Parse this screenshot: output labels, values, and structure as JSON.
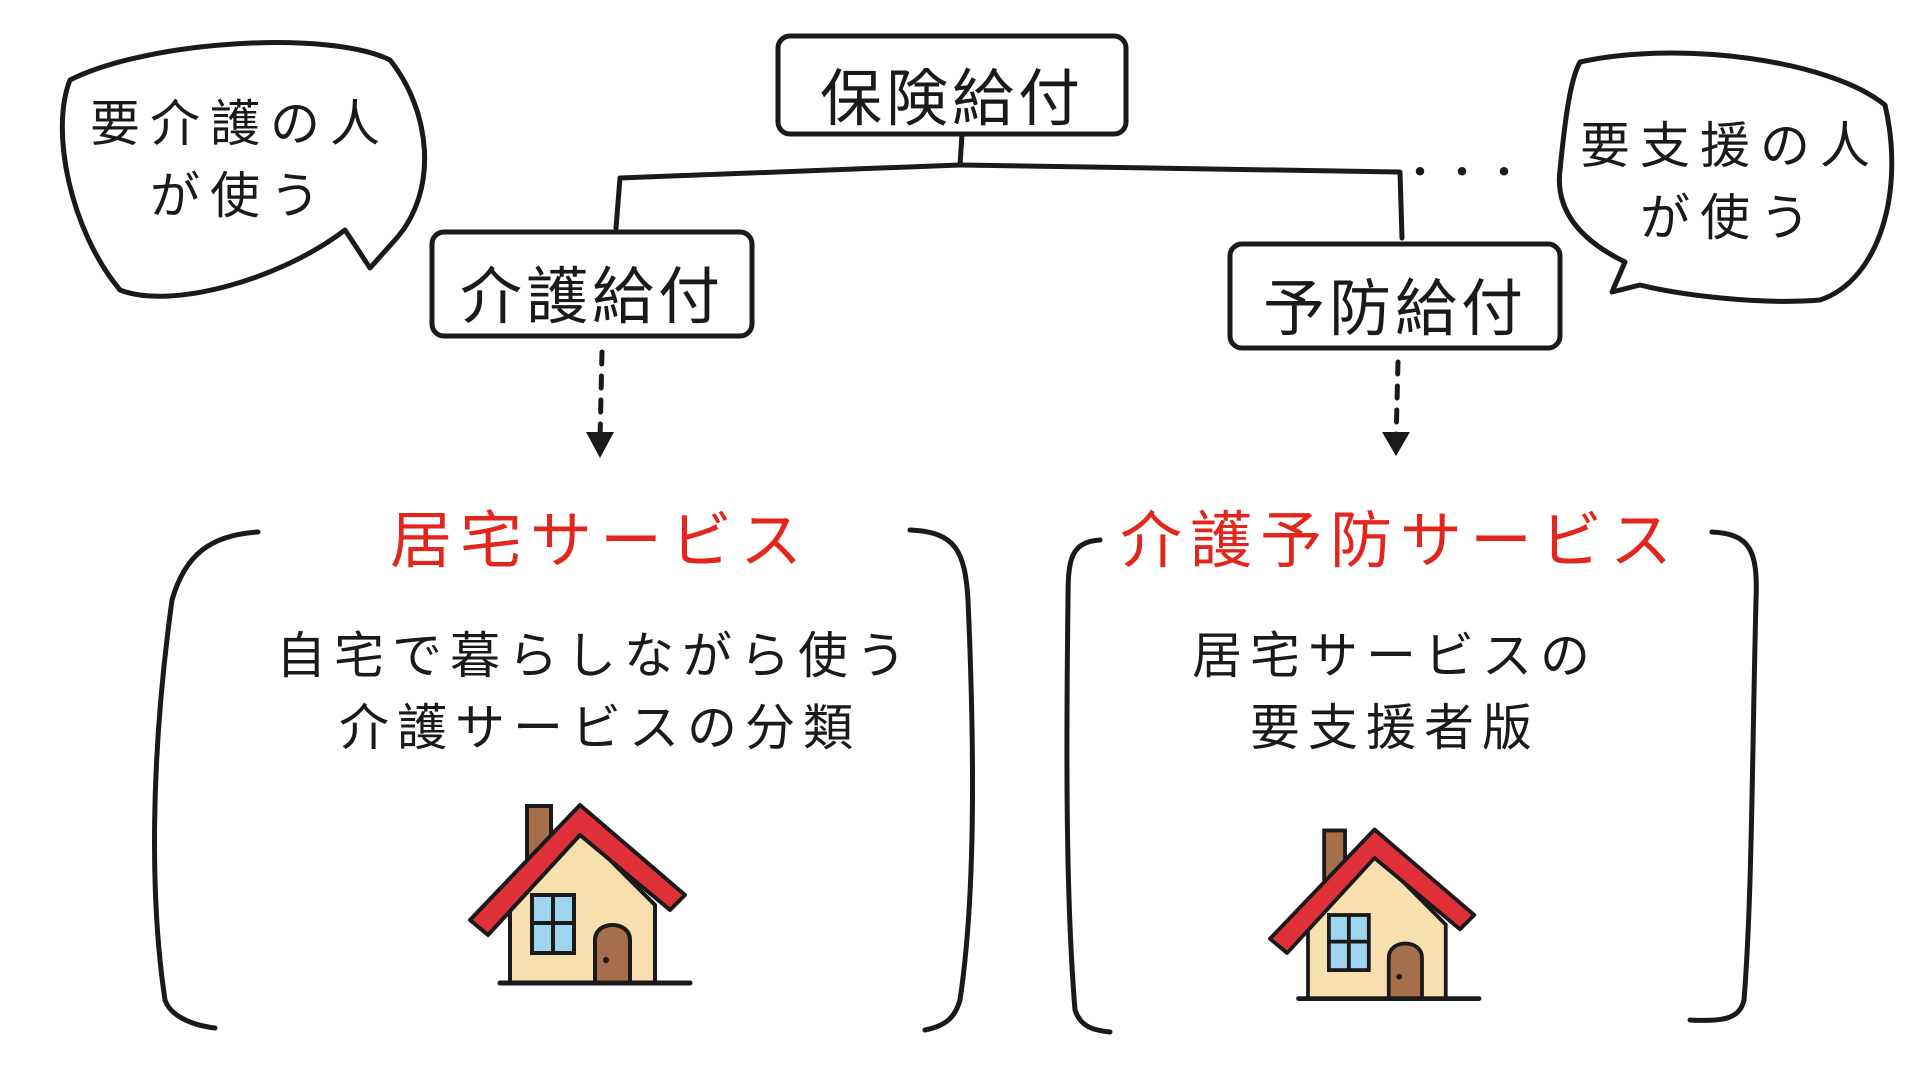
{
  "top_box": {
    "label": "保険給付"
  },
  "left_box": {
    "label": "介護給付"
  },
  "right_box": {
    "label": "予防給付"
  },
  "ellipsis": "・・・",
  "left_bubble": {
    "line1": "要介護の人",
    "line2": "が使う"
  },
  "right_bubble": {
    "line1": "要支援の人",
    "line2": "が使う"
  },
  "left_service": {
    "title": "居宅サービス",
    "line1": "自宅で暮らしながら使う",
    "line2": "介護サービスの分類",
    "icon": "house-icon"
  },
  "right_service": {
    "title": "介護予防サービス",
    "line1": "居宅サービスの",
    "line2": "要支援者版",
    "icon": "house-icon"
  },
  "colors": {
    "accent_red": "#e3261d",
    "ink": "#1a1a1a",
    "roof": "#e0303a",
    "wall": "#f7dfb0",
    "window": "#9fd4ee",
    "door": "#a56f4c"
  }
}
